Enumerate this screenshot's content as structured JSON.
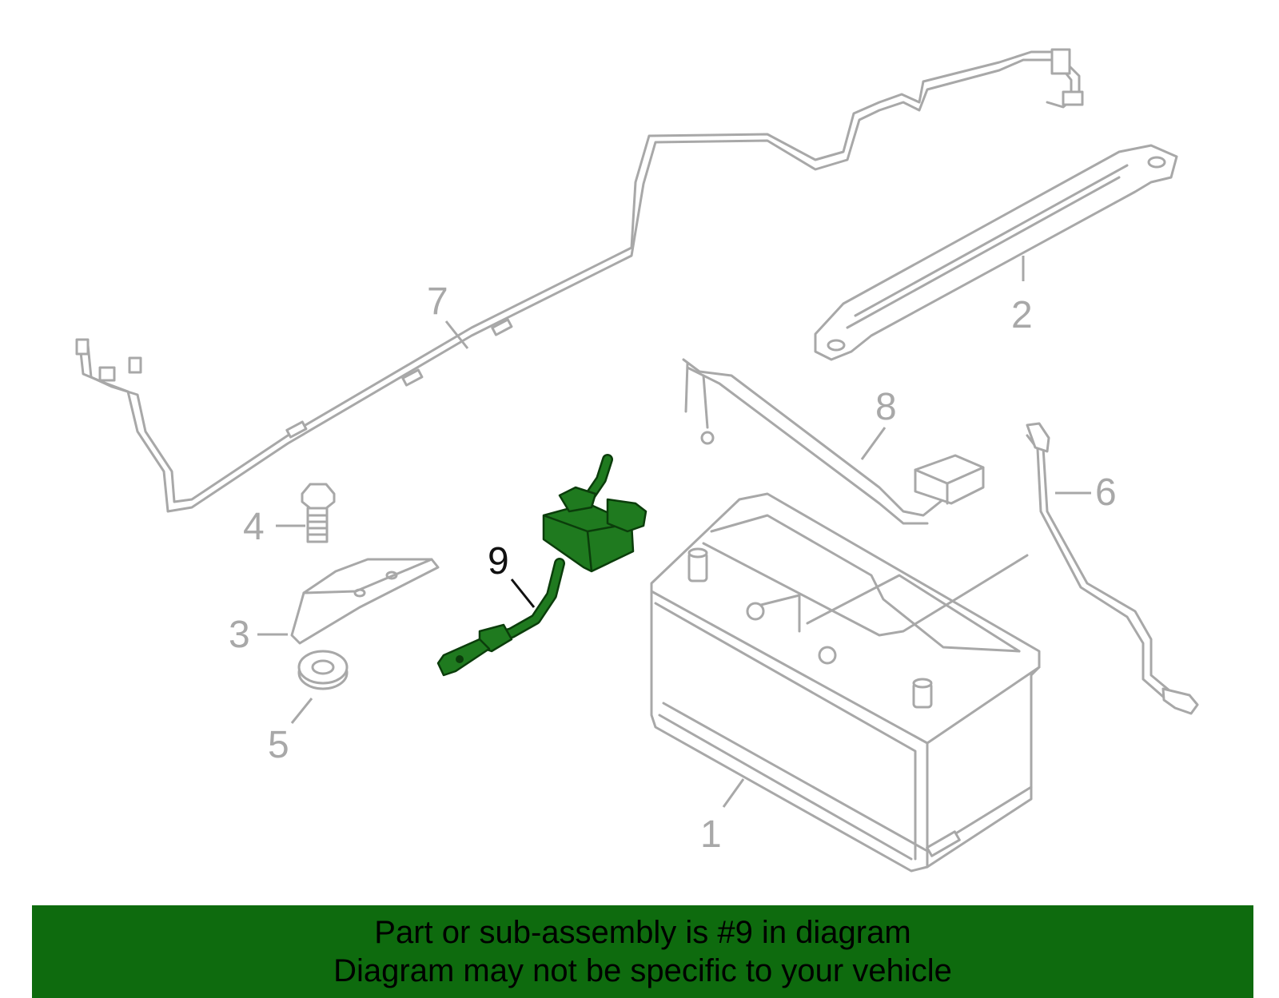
{
  "callouts": [
    {
      "number": "1",
      "part": "battery"
    },
    {
      "number": "2",
      "part": "hold-down-bar"
    },
    {
      "number": "3",
      "part": "bracket"
    },
    {
      "number": "4",
      "part": "bolt"
    },
    {
      "number": "5",
      "part": "grommet"
    },
    {
      "number": "6",
      "part": "sensor-cable"
    },
    {
      "number": "7",
      "part": "wiring-harness"
    },
    {
      "number": "8",
      "part": "positive-cable"
    },
    {
      "number": "9",
      "part": "negative-cable",
      "highlighted": true
    }
  ],
  "banner": {
    "line1": "Part or sub-assembly is #9 in diagram",
    "line2": "Diagram may not be specific to your vehicle"
  },
  "colors": {
    "highlight": "#1f7a1f",
    "banner": "#0e6b0e",
    "outline": "#a8a8a8"
  }
}
